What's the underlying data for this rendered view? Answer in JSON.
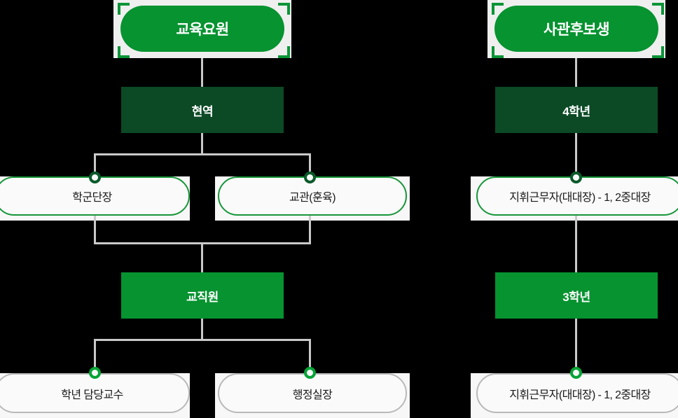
{
  "diagram": {
    "type": "organization-flow-chart",
    "background_color": "#000000",
    "columns": [
      {
        "id": "left",
        "root": {
          "label": "교육요원",
          "color": "#069330",
          "shape": "rounded-green-with-corner-brackets"
        },
        "levels": [
          {
            "label": "현역",
            "color": "#0b4a25",
            "shape": "bar"
          },
          {
            "nodes": [
              {
                "label": "학군단장",
                "shape": "pill",
                "border_color": "#17963a",
                "dot_color": "#0b5a2a"
              },
              {
                "label": "교관(훈육)",
                "shape": "pill",
                "border_color": "#17963a",
                "dot_color": "#0b5a2a"
              }
            ]
          },
          {
            "label": "교직원",
            "color": "#069330",
            "shape": "bar"
          },
          {
            "nodes": [
              {
                "label": "학년 담당교수",
                "shape": "pill",
                "border_color": "#b9b9b9",
                "dot_color": "#06a437"
              },
              {
                "label": "행정실장",
                "shape": "pill",
                "border_color": "#b9b9b9",
                "dot_color": "#06a437"
              }
            ]
          }
        ]
      },
      {
        "id": "right",
        "root": {
          "label": "사관후보생",
          "color": "#069330",
          "shape": "rounded-green-with-corner-brackets"
        },
        "levels": [
          {
            "label": "4학년",
            "color": "#0b4a25",
            "shape": "bar"
          },
          {
            "nodes": [
              {
                "label": "지휘근무자(대대장) - 1, 2중대장",
                "shape": "pill",
                "border_color": "#17963a",
                "dot_color": "#0b5a2a"
              }
            ]
          },
          {
            "label": "3학년",
            "color": "#069330",
            "shape": "bar"
          },
          {
            "nodes": [
              {
                "label": "지휘근무자(대대장) - 1, 2중대장",
                "shape": "pill",
                "border_color": "#b9b9b9",
                "dot_color": "#06a437"
              }
            ]
          }
        ]
      }
    ],
    "connector_color": "#c9c9c9"
  }
}
